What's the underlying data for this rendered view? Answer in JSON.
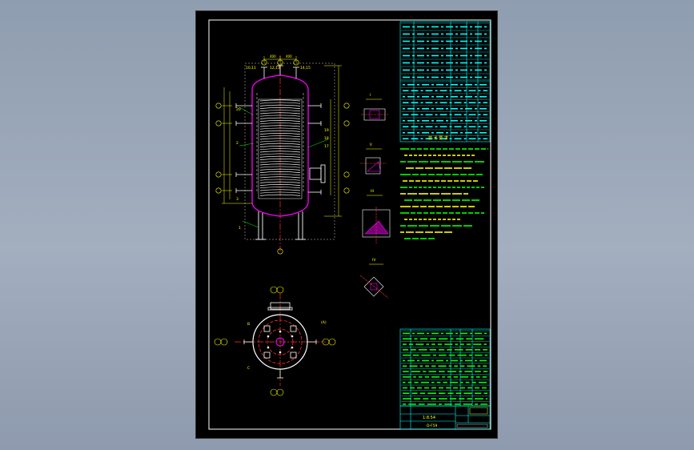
{
  "viewport": {
    "background": "#98a4b6"
  },
  "colors": {
    "frame": "#ffffff",
    "vessel": "#ff00ff",
    "coil": "#ffffff",
    "centerline": "#ff3030",
    "nozzle": "#ffffff",
    "dimension": "#ffff00",
    "text": "#ffff00",
    "table": "#00ffff",
    "notes": "#00ff00",
    "leader": "#00ff00",
    "circle_label": "#ffff00",
    "dashed": "#ffffff"
  },
  "drawing": {
    "top_dims": [
      "400",
      "400"
    ],
    "top_labels": [
      "10,11",
      "12,13",
      "14,15"
    ],
    "left_labels": [
      "20",
      "2",
      "3"
    ],
    "right_labels": [
      "19",
      "18",
      "17"
    ],
    "bottom_label_text": "1",
    "bottom_view_labels": [
      "(A)",
      "B",
      "C"
    ],
    "detail_titles": [
      "I",
      "II",
      "III",
      "IV"
    ],
    "notes_title": "技 术 要 求",
    "title_block": {
      "scale": "1:8.54",
      "drawing_no": "D-F59"
    }
  }
}
